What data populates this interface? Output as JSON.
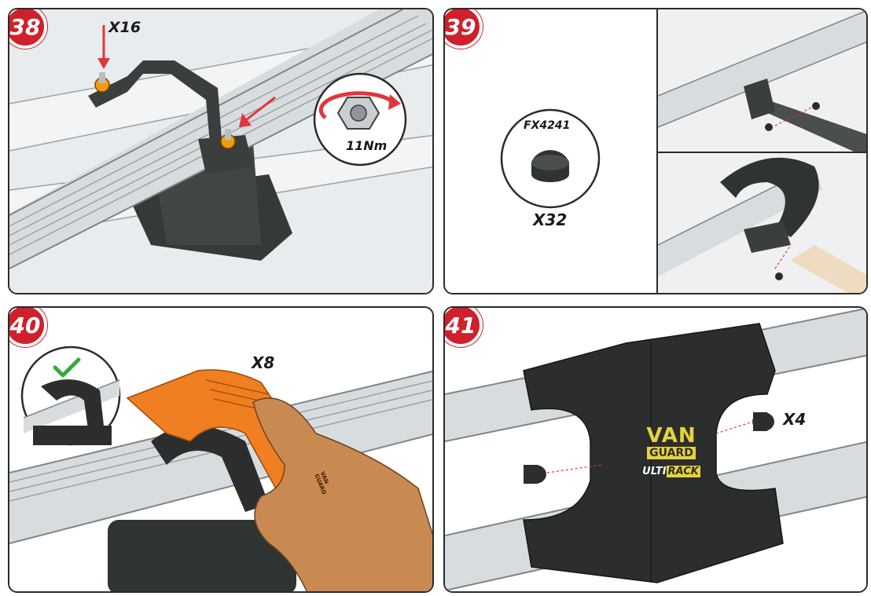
{
  "steps": [
    {
      "number": "38",
      "quantity": "X16",
      "torque": "11Nm"
    },
    {
      "number": "39",
      "part_code": "FX4241",
      "quantity": "X32"
    },
    {
      "number": "40",
      "quantity": "X8",
      "brand_small": "VAN GUARD"
    },
    {
      "number": "41",
      "quantity": "X4",
      "brand_top": "VAN",
      "brand_mid": "GUARD",
      "brand_ulti": "ULTI",
      "brand_rack": "RACK"
    }
  ],
  "colors": {
    "step_badge": "#d0202b",
    "arrow": "#e3343b",
    "nut": "#f39c12",
    "bracket": "#3c403e",
    "rail": "#c8cdd1",
    "orange_tool": "#f07f22",
    "check": "#3aa83a"
  },
  "icons": [
    "check-icon",
    "rotate-arrow-icon",
    "down-arrow-icon"
  ]
}
